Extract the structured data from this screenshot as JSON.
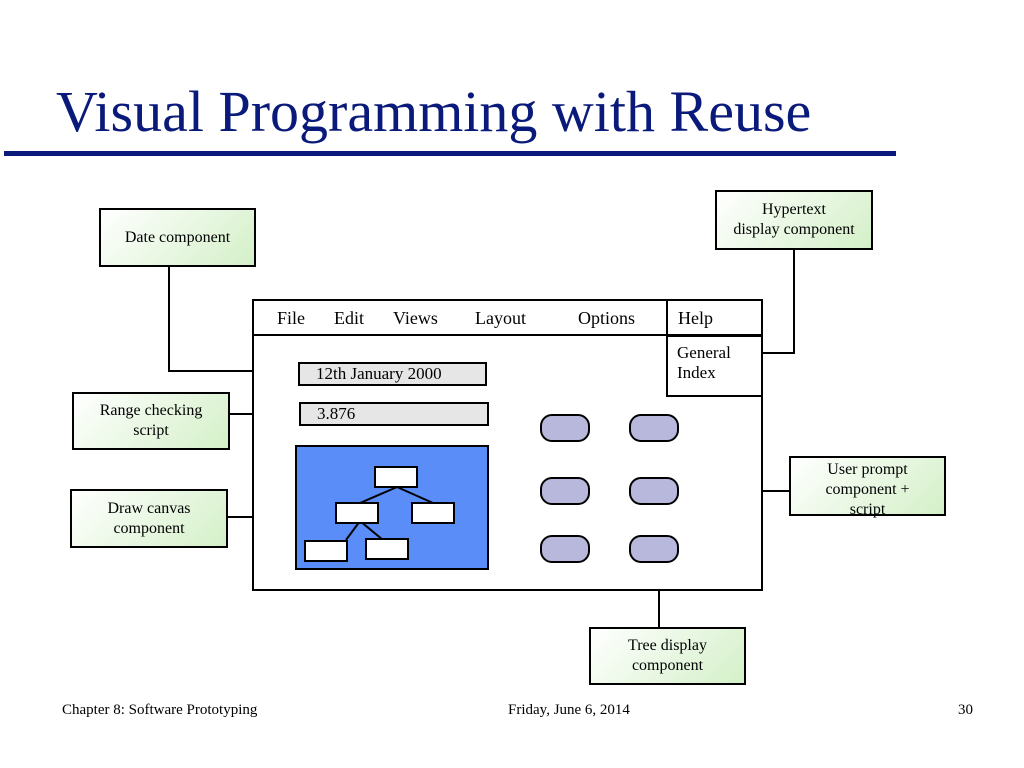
{
  "slide": {
    "title": "Visual Programming with Reuse"
  },
  "callouts": {
    "date_component": "Date component",
    "hypertext_line1": "Hypertext",
    "hypertext_line2": "display component",
    "range_line1": "Range checking",
    "range_line2": "script",
    "draw_line1": "Draw canvas",
    "draw_line2": "component",
    "prompt_line1": "User prompt",
    "prompt_line2": "component +",
    "prompt_line3": "script",
    "tree_line1": "Tree display",
    "tree_line2": "component"
  },
  "app_window": {
    "menu": [
      "File",
      "Edit",
      "Views",
      "Layout",
      "Options",
      "Help"
    ],
    "date_field": "12th January 2000",
    "number_field": "3.876",
    "help_menu": [
      "General",
      "Index"
    ]
  },
  "colors": {
    "title": "#0a1a7a",
    "canvas": "#5b8df8",
    "button_fill": "#b8b8dc",
    "callout_fill": "#d4f0c8"
  },
  "footer": {
    "left": "Chapter 8: Software Prototyping",
    "center": "Friday, June 6, 2014",
    "right": "30"
  }
}
